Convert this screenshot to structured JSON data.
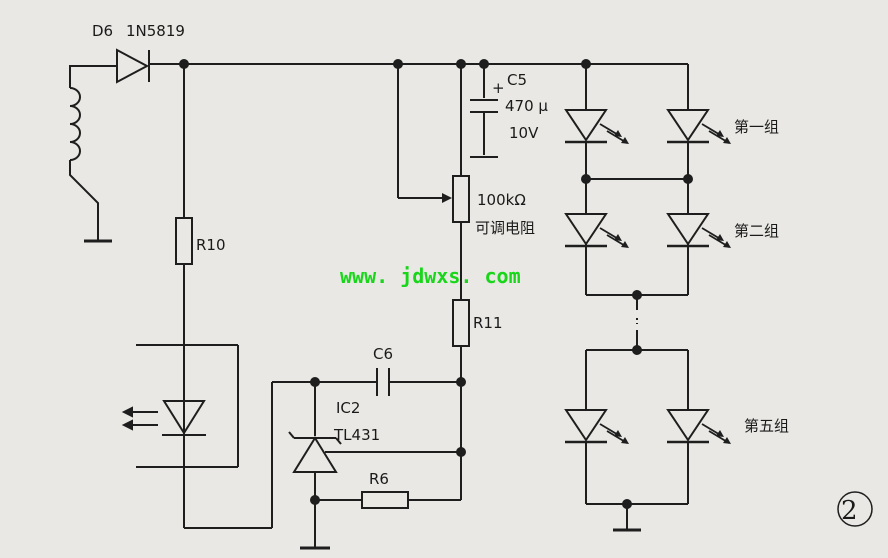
{
  "figure": {
    "number": "②",
    "watermark": "www. jdwxs. com"
  },
  "components": {
    "d6_ref": "D6",
    "d6_part": "1N5819",
    "r10": "R10",
    "c5_ref": "C5",
    "c5_value": "470 μ",
    "c5_voltage": "10V",
    "pot_value": "100kΩ",
    "pot_desc": "可调电阻",
    "r11": "R11",
    "c6": "C6",
    "ic2_ref": "IC2",
    "ic2_part": "TL431",
    "r6": "R6"
  },
  "led_groups": {
    "group1": "第一组",
    "group2": "第二组",
    "group5": "第五组"
  },
  "colors": {
    "ink": "#1e1e1e",
    "paper": "#e9e8e4",
    "watermark": "#19d61b"
  }
}
